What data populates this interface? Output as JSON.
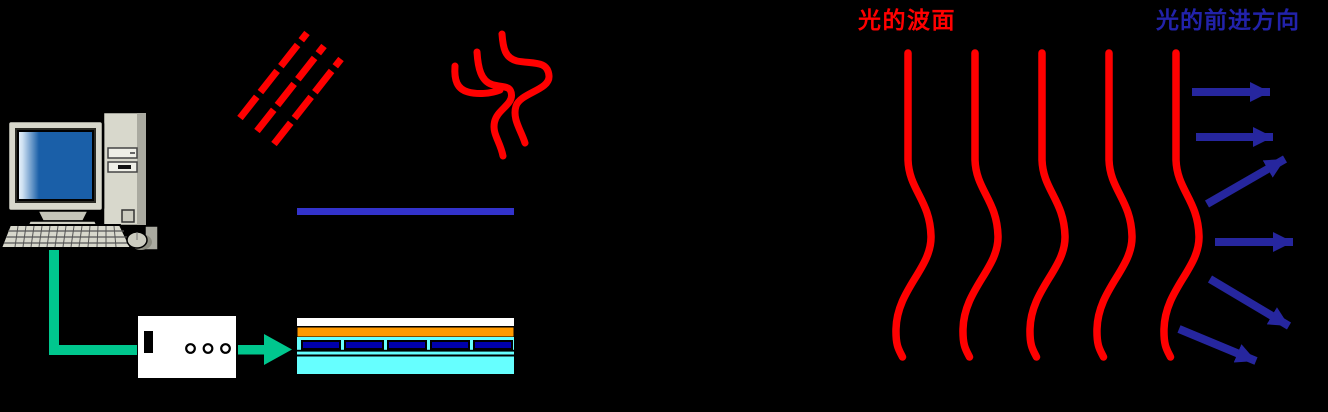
{
  "labels": {
    "wavefront_label": "光的波面",
    "direction_label": "光的前进方向"
  },
  "colors": {
    "background": "#000000",
    "wave-red": "#ff0000",
    "arrow-blue": "#26269e",
    "label-blue": "#2222aa",
    "bar-blue": "#3333cc",
    "electrode-navy": "#0000aa",
    "layer-orange": "#ff9900",
    "layer-cyan": "#66ffff",
    "cable-green": "#00c78e",
    "case-beige": "#d8d8cc",
    "case-shadow": "#aaaaa0",
    "screen-blue": "#1a5fa8",
    "driver-box-white": "#ffffff"
  },
  "diagram": {
    "incident_plane_wave_count": 3,
    "distorted_wave_count": 3,
    "output_wavefront_count": 5,
    "direction_arrow_count": 6,
    "electrode_segment_count": 5
  }
}
